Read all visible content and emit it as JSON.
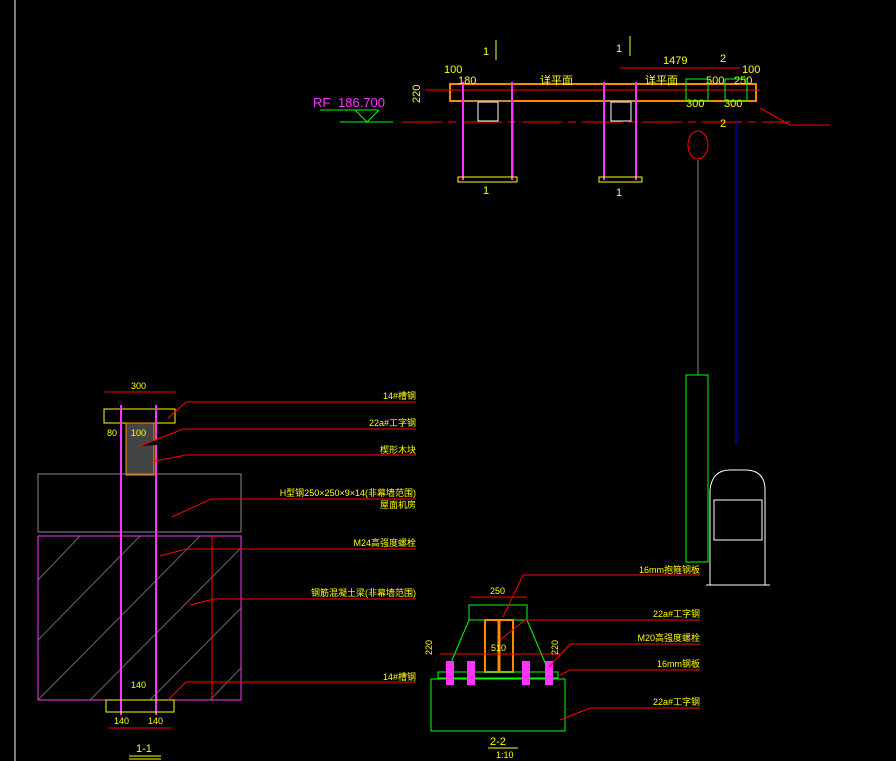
{
  "plan": {
    "elevation_label": "RF",
    "elevation_value": "186.700",
    "section_1": "1",
    "section_2": "2",
    "detail_plan_1": "详平面",
    "detail_plan_2": "详平面",
    "dim_100_left": "100",
    "dim_180": "180",
    "dim_220": "220",
    "dim_1479": "1479",
    "dim_500": "500",
    "dim_250": "250",
    "dim_100_right": "100",
    "dim_300_a": "300",
    "dim_300_b": "300"
  },
  "section_1_1": {
    "title": "1-1",
    "dim_300": "300",
    "dim_80": "80",
    "dim_100": "100",
    "dim_140_inner": "140",
    "dim_140_left": "140",
    "dim_140_right": "140",
    "labels": [
      "14#槽钢",
      "22a#工字钢",
      "楔形木块",
      "H型钢250×250×9×14(非幕墙范围)",
      "屋面机房",
      "M24高强度螺栓",
      "钢筋混凝土梁(非幕墙范围)",
      "14#槽钢"
    ]
  },
  "section_2_2": {
    "title": "2-2",
    "subtitle": "1:10",
    "dim_250": "250",
    "dim_510": "510",
    "dim_220_left": "220",
    "dim_220_right": "220",
    "labels": [
      "16mm抱箍钢板",
      "22a#工字钢",
      "M20高强度螺栓",
      "16mm钢板",
      "22a#工字钢"
    ]
  },
  "colors": {
    "background": "#000000",
    "text": "#ffff00",
    "leader": "#ff0000",
    "outline": "#ff33ff",
    "steel": "#00ff00",
    "beam": "#ff8800"
  }
}
